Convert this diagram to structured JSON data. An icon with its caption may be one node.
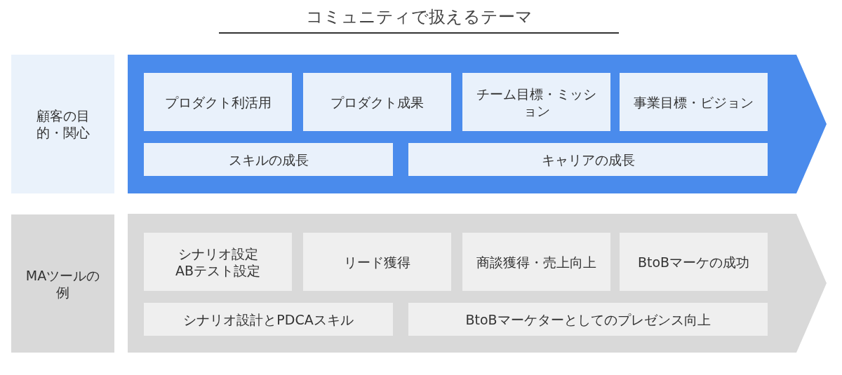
{
  "diagram": {
    "title": "コミュニティで扱えるテーマ",
    "nodes": [
      {
        "text": [
          "顧客の目的・関心"
        ]
      },
      {
        "text": [],
        "shape": "chevron"
      },
      {
        "text": [
          "プロダクト利活用"
        ],
        "in": 1
      },
      {
        "text": [
          "プロダクト成果"
        ],
        "in": 1
      },
      {
        "text": [
          "チーム目標・ミッション"
        ],
        "in": 1
      },
      {
        "text": [
          "事業目標・ビジョン"
        ],
        "in": 1
      },
      {
        "text": [
          "スキルの成長"
        ],
        "in": 1
      },
      {
        "text": [
          "キャリアの成長"
        ],
        "in": 1
      },
      {
        "text": [
          "MAツールの例"
        ]
      },
      {
        "text": [],
        "shape": "chevron"
      },
      {
        "text": [
          "シナリオ設定",
          "ABテスト設定"
        ],
        "in": 9
      },
      {
        "text": [
          "リード獲得"
        ],
        "in": 9
      },
      {
        "text": [
          "商談獲得・売上向上"
        ],
        "in": 9
      },
      {
        "text": [
          "BtoBマーケの成功"
        ],
        "in": 9
      },
      {
        "text": [
          "シナリオ設計とPDCAスキル"
        ],
        "in": 9
      },
      {
        "text": [
          "BtoBマーケターとしてのプレゼンス向上"
        ],
        "in": 9
      }
    ],
    "edges": []
  }
}
